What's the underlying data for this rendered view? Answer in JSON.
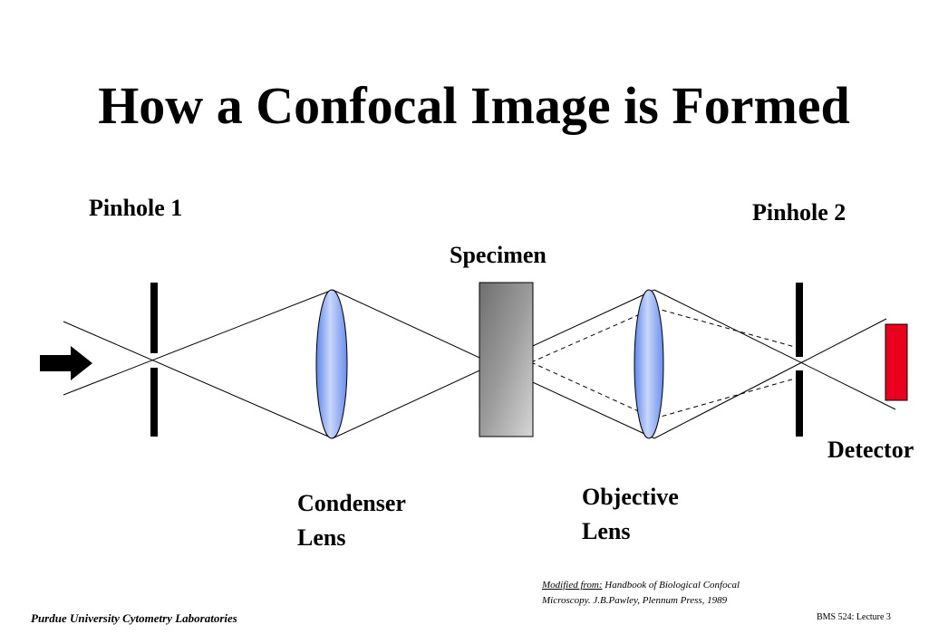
{
  "title": "How a Confocal Image is Formed",
  "labels": {
    "pinhole1": "Pinhole 1",
    "pinhole2": "Pinhole 2",
    "specimen": "Specimen",
    "detector": "Detector",
    "condenser_line1": "Condenser",
    "condenser_line2": "Lens",
    "objective_line1": "Objective",
    "objective_line2": "Lens"
  },
  "citation": {
    "lead": "Modified from:",
    "line1_rest": " Handbook of Biological Confocal",
    "line2": "Microscopy. J.B.Pawley, Plennum Press, 1989"
  },
  "footer": {
    "left": "Purdue University Cytometry Laboratories",
    "right": "BMS 524: Lecture 3"
  },
  "colors": {
    "lens_fill": "#8faaf0",
    "detector_fill": "#e8001e",
    "specimen_fill": "#9a9a9a"
  },
  "icons": {
    "light_source": "right-arrow-icon"
  }
}
